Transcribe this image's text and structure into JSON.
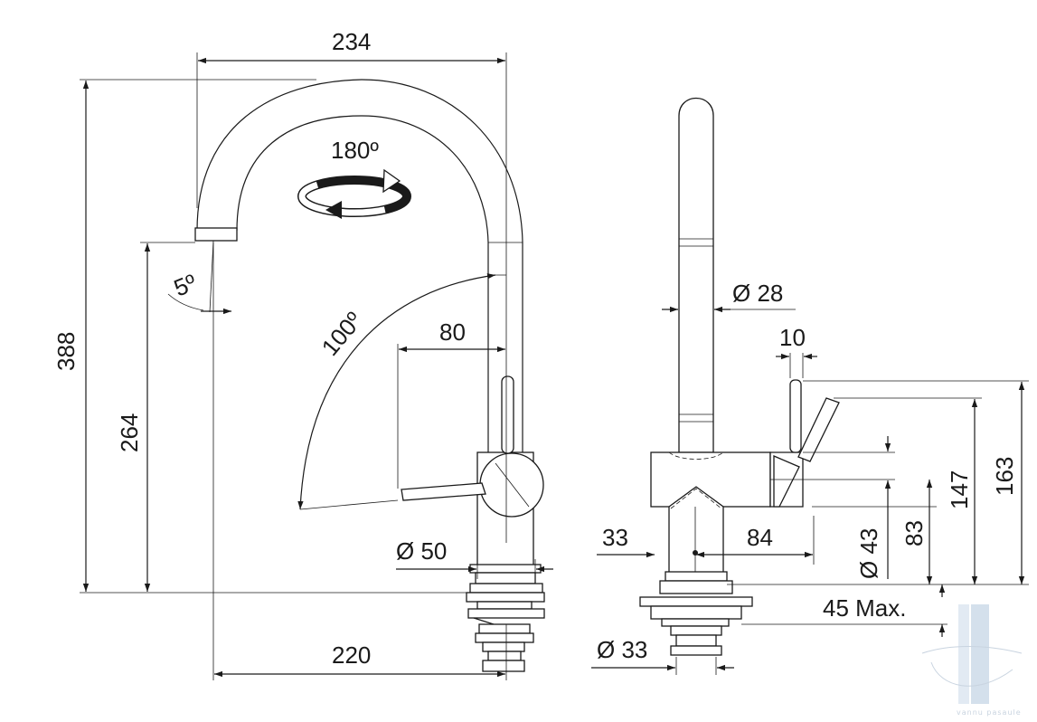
{
  "dimensions": {
    "width_234": "234",
    "height_388": "388",
    "height_264": "264",
    "rotation_180": "180º",
    "tilt_5": "5º",
    "lever_100": "100º",
    "reach_80": "80",
    "dia_50": "Ø 50",
    "reach_220": "220",
    "dia_28": "Ø 28",
    "lever_10": "10",
    "dim_163": "163",
    "dim_147": "147",
    "dim_83": "83",
    "dia_43": "Ø 43",
    "dim_33": "33",
    "dim_84": "84",
    "max_45": "45 Max.",
    "dia_33": "Ø 33"
  },
  "watermark": {
    "text": "vannu pasaule"
  },
  "colors": {
    "line": "#1a1a1a",
    "watermark": "#c9d4e0"
  }
}
